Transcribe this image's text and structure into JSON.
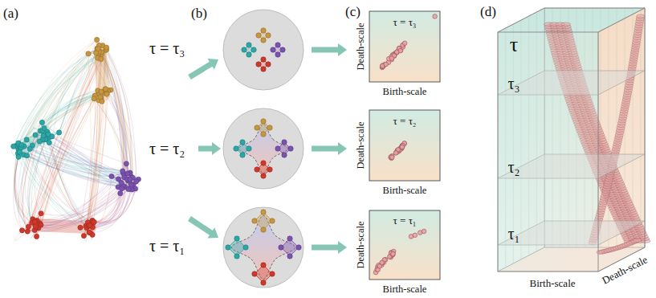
{
  "diagram": {
    "labels": [
      "(a)",
      "(b)",
      "(c)",
      "(d)",
      "τ = τ₃",
      "τ = τ₂",
      "τ = τ₁",
      "Death-scale",
      "τ = τ₃",
      "Birth-scale",
      "Death-scale",
      "τ = τ₂",
      "Birth-scale",
      "Death-scale",
      "τ = τ₁",
      "Birth-scale",
      "τ",
      "τ₃",
      "τ₂",
      "τ₁",
      "Birth-scale",
      "Death-scale"
    ]
  }
}
